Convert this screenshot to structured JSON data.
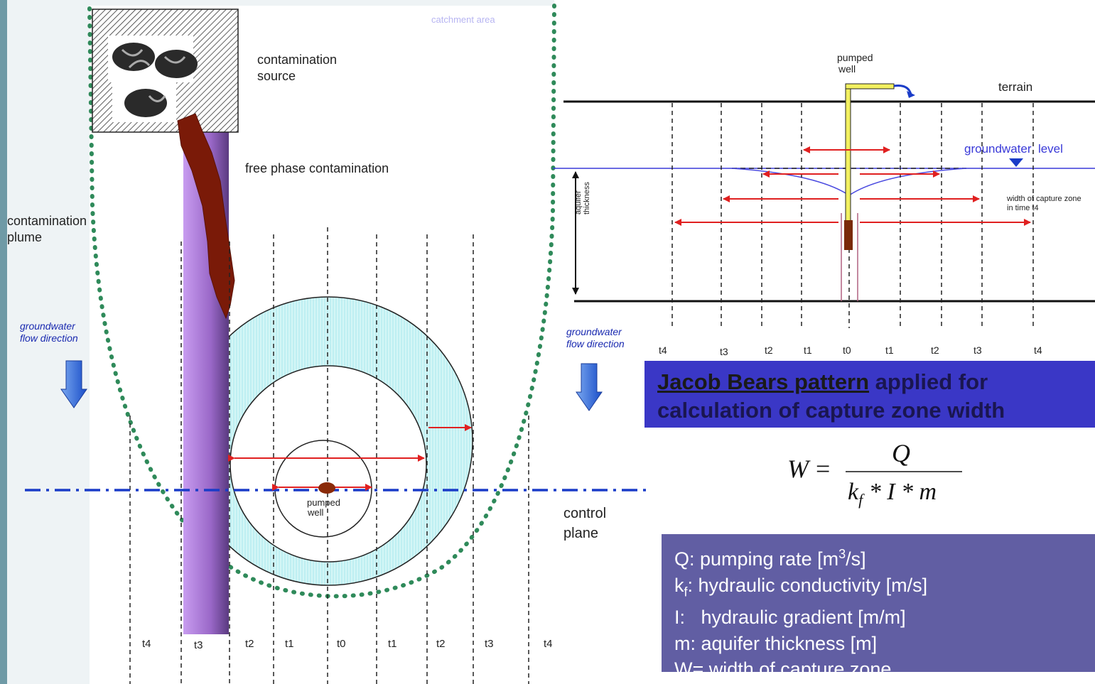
{
  "plan_view": {
    "catchment_label": "catchment area",
    "source_label_1": "contamination",
    "source_label_2": "source",
    "free_phase_label": "free phase contamination",
    "plume_label_1": "contamination",
    "plume_label_2": "plume",
    "flow_label_1": "groundwater",
    "flow_label_2": "flow direction",
    "well_label_1": "pumped",
    "well_label_2": "well",
    "control_label_1": "control",
    "control_label_2": "plane",
    "time_labels": [
      "t4",
      "t3",
      "t2",
      "t1",
      "t0",
      "t1",
      "t2",
      "t3",
      "t4"
    ]
  },
  "section_view": {
    "well_label_1": "pumped",
    "well_label_2": "well",
    "terrain_label": "terrain",
    "gw_level_label": "groundwater  level",
    "aquifer_label_1": "aquifer",
    "aquifer_label_2": "thickness",
    "capture_label_1": "width of capture zone",
    "capture_label_2": "in time t4",
    "flow_label_1": "groundwater",
    "flow_label_2": "flow direction",
    "time_labels": [
      "t4",
      "t3",
      "t2",
      "t1",
      "t0",
      "t1",
      "t2",
      "t3",
      "t4"
    ]
  },
  "title_panel": {
    "underlined": "Jacob Bears pattern",
    "rest": " applied for calculation of capture zone width"
  },
  "formula": {
    "lhs": "W",
    "numerator": "Q",
    "denominator": "k_f * I * m"
  },
  "legend": {
    "q": "Q: pumping rate [m3/s]",
    "k": "kf: hydraulic conductivity  [m/s]",
    "i": "I:   hydraulic gradient [m/m]",
    "m": "m: aquifer thickness [m]",
    "w": "W= width of capture zone"
  },
  "colors": {
    "catchment_border": "#2f8a5a",
    "plume": "#a070d0",
    "free_phase": "#7a1a08",
    "capture_fill": "#c8f4f4",
    "arrow": "#e02020",
    "flow_arrow": "#2a6ee0",
    "control_plane": "#1a3cc8",
    "title_bg": "#3a37c6",
    "legend_bg": "#615ea3"
  }
}
